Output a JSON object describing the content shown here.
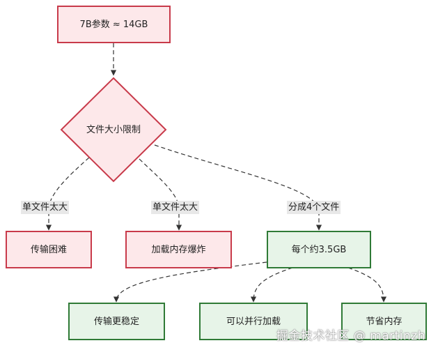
{
  "diagram": {
    "nodes": {
      "params": "7B参数 ≈ 14GB",
      "limit": "文件大小限制",
      "transfer_hard": "传输困难",
      "load_oom": "加载内存爆炸",
      "per_file": "每个约3.5GB",
      "stable": "传输更稳定",
      "parallel": "可以并行加载",
      "save_mem": "节省内存"
    },
    "edge_labels": {
      "single_large_1": "单文件太大",
      "single_large_2": "单文件太大",
      "split4": "分成4个文件"
    },
    "colors": {
      "problem_fill": "#fde8ea",
      "problem_stroke": "#c83a4a",
      "solution_fill": "#e7f4e8",
      "solution_stroke": "#2f7a36",
      "edge": "#333333"
    }
  },
  "watermark": "掘金技术社区 @ martinzh"
}
